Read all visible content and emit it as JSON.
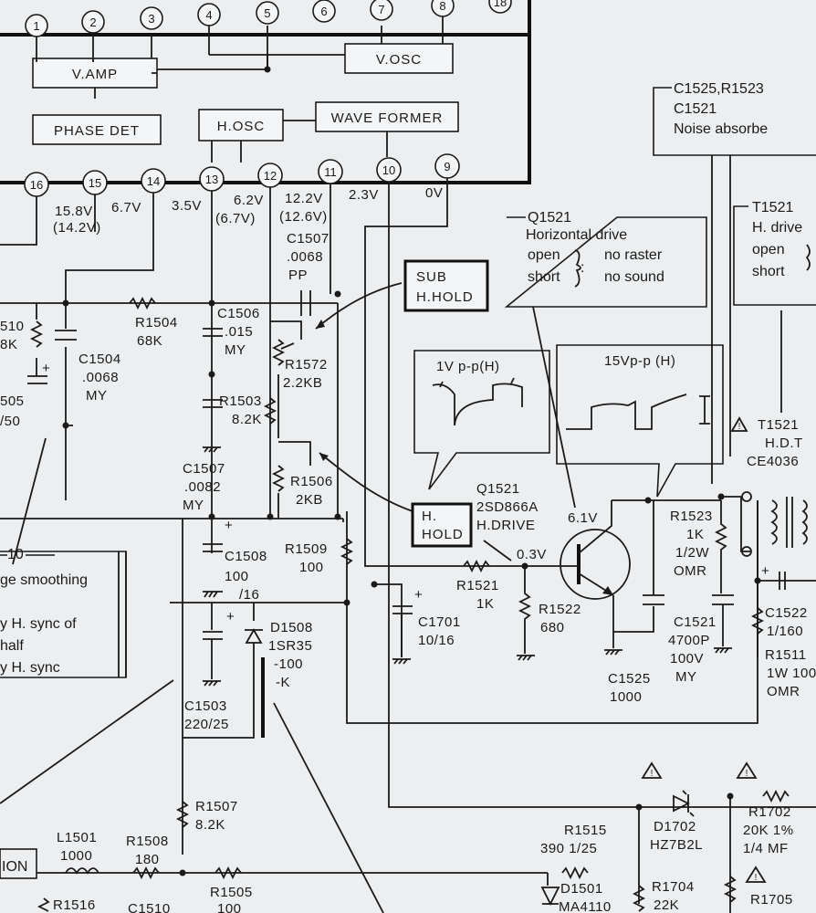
{
  "pins": [
    {
      "n": "1"
    },
    {
      "n": "2"
    },
    {
      "n": "3"
    },
    {
      "n": "4"
    },
    {
      "n": "5"
    },
    {
      "n": "6"
    },
    {
      "n": "7"
    },
    {
      "n": "8"
    },
    {
      "n": "18"
    },
    {
      "n": "16"
    },
    {
      "n": "15"
    },
    {
      "n": "14"
    },
    {
      "n": "13"
    },
    {
      "n": "12"
    },
    {
      "n": "11"
    },
    {
      "n": "10"
    },
    {
      "n": "9"
    }
  ],
  "blocks": {
    "vamp": "V.AMP",
    "vosc": "V.OSC",
    "phase": "PHASE DET",
    "hosc": "H.OSC",
    "wave": "WAVE FORMER"
  },
  "voltages": {
    "p16a": "15.8V",
    "p16b": "(14.2V)",
    "p15": "6.7V",
    "p14": "3.5V",
    "p13a": "6.2V",
    "p13b": "(6.7V)",
    "p12a": "12.2V",
    "p12b": "(12.6V)",
    "p10": "2.3V",
    "p9": "0V"
  },
  "notes": {
    "noise_line1": "C1525,R1523",
    "noise_line2": "C1521",
    "noise_line3": "Noise absorbe",
    "q_title": "Q1521",
    "q_line1": "Horizontal drive",
    "q_open": "open",
    "q_short": "short",
    "q_colon": ":",
    "q_noraster": "no raster",
    "q_nosound": "no sound",
    "t_title": "T1521",
    "t_line1": "H. drive",
    "t_open": "open",
    "t_short": "short",
    "smooth1": "ge smoothing",
    "smooth2": "y H. sync of",
    "smooth3": "half",
    "smooth4": "y H. sync",
    "sub_hold1": "SUB",
    "sub_hold2": "H.HOLD",
    "hold1": "H.",
    "hold2": "HOLD",
    "wave1": "1V p-p(H)",
    "wave2": "15Vp-p (H)",
    "ion": "ION"
  },
  "components": {
    "c1507a": "C1507",
    "c1507b": ".0068",
    "c1507c": "PP",
    "r1504a": "R1504",
    "r1504b": "68K",
    "c1506a": "C1506",
    "c1506b": ".015",
    "c1506c": "MY",
    "r1572a": "R1572",
    "r1572b": "2.2KB",
    "r1503a": "R1503",
    "r1503b": "8.2K",
    "c1507la": "C1507",
    "c1507lb": ".0082",
    "c1507lc": "MY",
    "r1506a": "R1506",
    "r1506b": "2KB",
    "c1504a": "C1504",
    "c1504b": ".0068",
    "c1504c": "MY",
    "r1510a": "510",
    "r1510b": "8K",
    "c1505a": "505",
    "c1505b": "/50",
    "n10": "10",
    "c1508a": "C1508",
    "c1508b": "100",
    "c1508c": "/16",
    "r1509a": "R1509",
    "r1509b": "100",
    "d1508a": "D1508",
    "d1508b": "1SR35",
    "d1508c": "-100",
    "d1508d": "-K",
    "c1503a": "C1503",
    "c1503b": "220/25",
    "q1521a": "Q1521",
    "q1521b": "2SD866A",
    "q1521c": "H.DRIVE",
    "v61": "6.1V",
    "v03": "0.3V",
    "r1521a": "R1521",
    "r1521b": "1K",
    "c1701a": "C1701",
    "c1701b": "10/16",
    "r1522a": "R1522",
    "r1522b": "680",
    "c1525a": "C1525",
    "c1525b": "1000",
    "r1523a": "R1523",
    "r1523b": "1K",
    "r1523c": "1/2W",
    "r1523d": "OMR",
    "c1521a": "C1521",
    "c1521b": "4700P",
    "c1521c": "100V",
    "c1521d": "MY",
    "t1521a": "T1521",
    "t1521b": "H.D.T",
    "t1521c": "CE4036",
    "c1522a": "C1522",
    "c1522b": "1/160",
    "r1511a": "R1511",
    "r1511b": "1W 100",
    "r1511c": "OMR",
    "r1507a": "R1507",
    "r1507b": "8.2K",
    "l1501a": "L1501",
    "l1501b": "1000",
    "r1508a": "R1508",
    "r1508b": "180",
    "r1505a": "R1505",
    "r1505b": "100",
    "r1516": "R1516",
    "c1510": "C1510",
    "r1515a": "R1515",
    "r1515b": "390 1/25",
    "d1702a": "D1702",
    "d1702b": "HZ7B2L",
    "r1702a": "R1702",
    "r1702b": "20K 1%",
    "r1702c": "1/4 MF",
    "d1501a": "D1501",
    "d1501b": "MA4110",
    "r1704a": "R1704",
    "r1704b": "22K",
    "r1705": "R1705"
  }
}
